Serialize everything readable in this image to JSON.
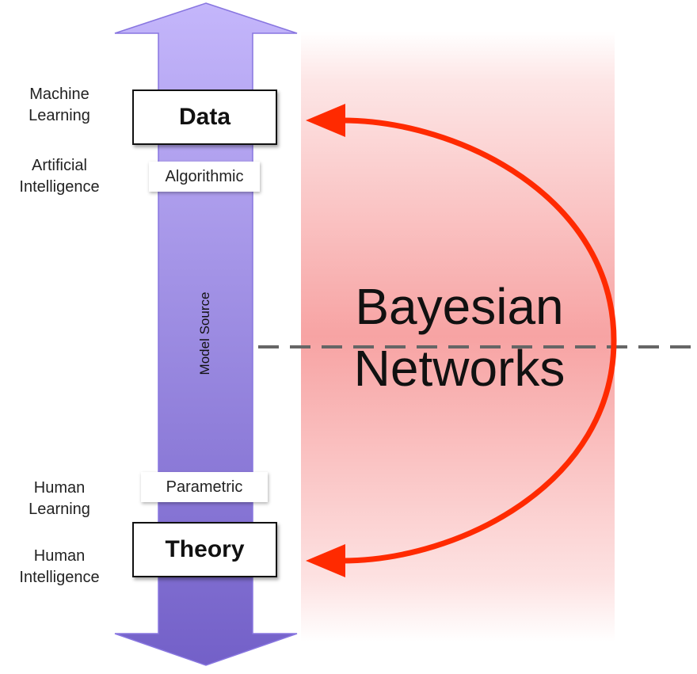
{
  "left_labels": {
    "machine_learning": [
      "Machine",
      "Learning"
    ],
    "artificial_intelligence": [
      "Artificial",
      "Intelligence"
    ],
    "human_learning": [
      "Human",
      "Learning"
    ],
    "human_intelligence": [
      "Human",
      "Intelligence"
    ]
  },
  "boxes": {
    "data": "Data",
    "theory": "Theory"
  },
  "chips": {
    "algorithmic": "Algorithmic",
    "parametric": "Parametric"
  },
  "axis": {
    "label": "Model Source"
  },
  "region": {
    "title_line1": "Bayesian",
    "title_line2": "Networks"
  },
  "colors": {
    "arrow_top": "#c4b6fb",
    "arrow_bottom": "#7360c8",
    "arrow_stroke": "#8876e0",
    "band": "#f7a3a3",
    "curve": "#ff2a00",
    "dash": "#666666"
  }
}
